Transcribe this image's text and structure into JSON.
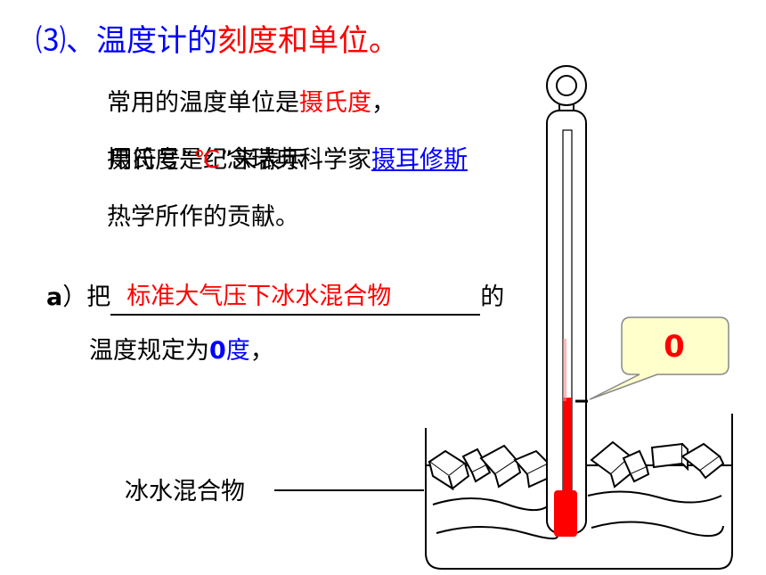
{
  "title": {
    "prefix": "⑶、",
    "blue_part": "温度计的",
    "red_part": "刻度和单位。"
  },
  "paragraph": {
    "line1_text": "常用的温度单位是",
    "line1_red": "摄氏度",
    "line1_end": "，",
    "line2_text_a": "摄氏度是纪念瑞典科学家",
    "line2_link": "摄耳修斯",
    "line2_overlap_a": "用符号“",
    "line2_overlap_red": "℃",
    "line2_overlap_b": "”来表示",
    "line3_text": "热学所作的贡献。"
  },
  "definition_a": {
    "label": "a",
    "prefix": "）把",
    "blank_answer": "标准大气压下冰水混合物",
    "suffix": "的",
    "line2_text": "温度规定为",
    "line2_value": "0",
    "line2_unit": "度",
    "line2_end": "，"
  },
  "callout": {
    "value": "0"
  },
  "beaker": {
    "label": "冰水混合物"
  },
  "thermometer": {
    "reading_celsius": 0
  },
  "colors": {
    "blue": "#0000ff",
    "red": "#ff0000",
    "callout_bg": "#ffffcc"
  }
}
